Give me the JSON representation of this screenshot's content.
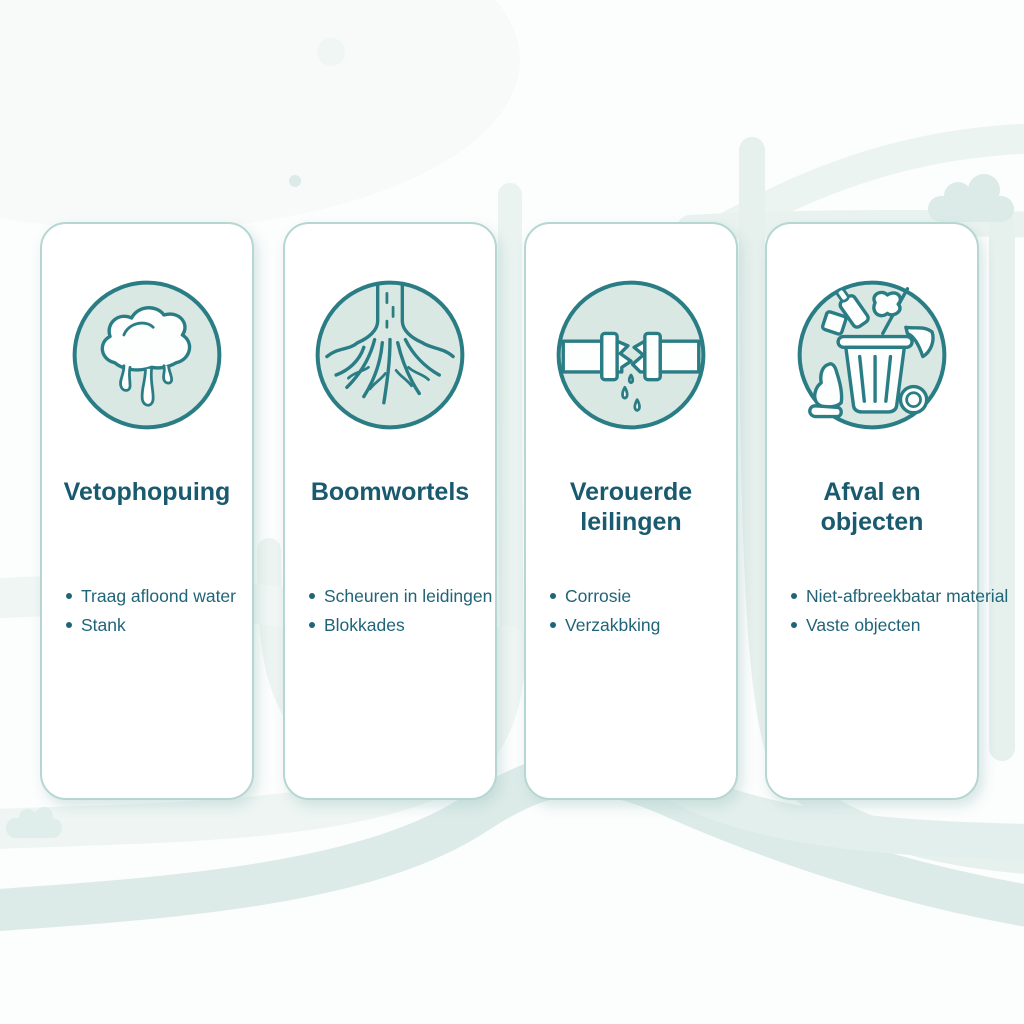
{
  "cards": [
    {
      "title": "Vetophopuing",
      "icon": "grease-clog",
      "bullets": [
        "Traag afloond water",
        "Stank"
      ]
    },
    {
      "title": "Boomwortels",
      "icon": "tree-roots",
      "bullets": [
        "Scheuren in leidingen",
        "Blokkades"
      ]
    },
    {
      "title": "Verouerde leilingen",
      "icon": "broken-pipe",
      "bullets": [
        "Corrosie",
        "Verzakbking"
      ]
    },
    {
      "title": "Afval en objecten",
      "icon": "trash-objects",
      "bullets": [
        "Niet-afbreekbatar material",
        "Vaste objecten"
      ]
    }
  ],
  "colors": {
    "accent_dark_teal": "#2a7d85",
    "title_text": "#1a5a6f",
    "body_text": "#206478",
    "card_border": "#b6d6d2",
    "icon_circle_fill": "#d9e8e2",
    "background_ribbon": "#dcebe7",
    "card_background": "#ffffff"
  }
}
